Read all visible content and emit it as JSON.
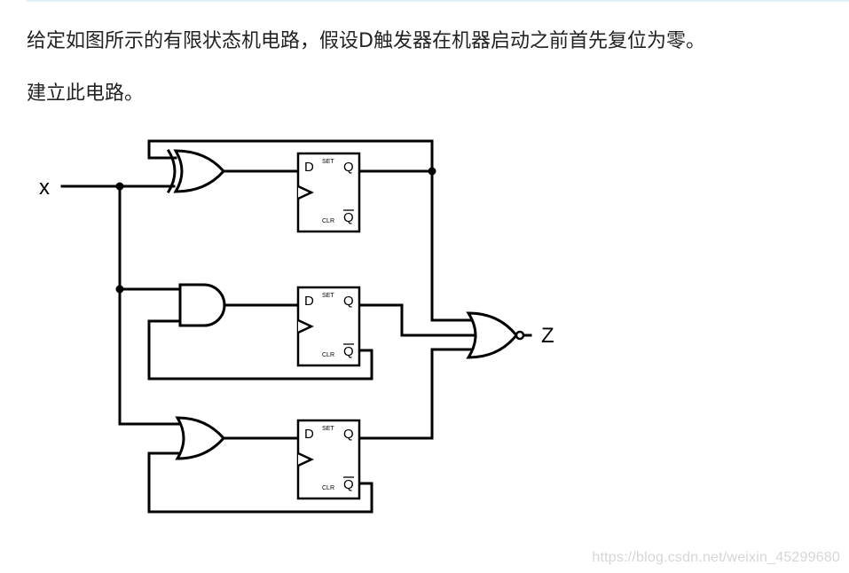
{
  "article": {
    "paragraph_1": "给定如图所示的有限状态机电路，假设D触发器在机器启动之前首先复位为零。",
    "paragraph_2": "建立此电路。"
  },
  "diagram": {
    "input_label": "x",
    "output_label": "Z",
    "flip_flop_pins": {
      "d": "D",
      "q": "Q",
      "q_bar": "Q",
      "set": "SET",
      "clr": "CLR"
    },
    "gates": [
      "xor-gate",
      "and-gate",
      "or-gate",
      "nor-gate"
    ]
  },
  "watermark": "https://blog.csdn.net/weixin_45299680"
}
